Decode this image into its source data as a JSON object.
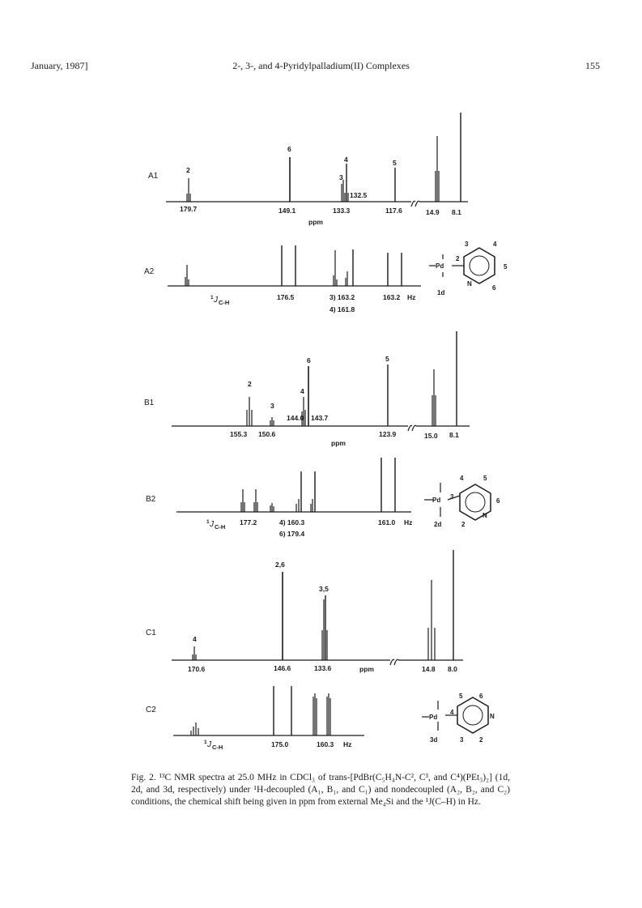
{
  "header": {
    "left": "January, 1987]",
    "center": "2-, 3-, and 4-Pyridylpalladium(II) Complexes",
    "right": "155"
  },
  "figure": {
    "spectra": [
      {
        "label": "A1",
        "axis_labels": [
          "179.7",
          "149.1",
          "133.3",
          "117.6",
          "14.9",
          "8.1"
        ],
        "peak_labels": [
          "2",
          "6",
          "4",
          "3",
          "132.5",
          "5"
        ],
        "unit": "ppm"
      },
      {
        "label": "A2",
        "jlabel_main": "J",
        "jlabel_pre": "1",
        "jlabel_sub": "C-H",
        "axis_labels": [
          "176.5",
          "3) 163.2",
          "4) 161.8",
          "163.2"
        ],
        "unit": "Hz"
      },
      {
        "label": "B1",
        "axis_labels": [
          "155.3",
          "150.6",
          "123.9",
          "15.0",
          "8.1"
        ],
        "peak_labels": [
          "2",
          "3",
          "4",
          "6",
          "144.0",
          "143.7",
          "5"
        ],
        "unit": "ppm"
      },
      {
        "label": "B2",
        "jlabel_main": "J",
        "jlabel_pre": "1",
        "jlabel_sub": "C-H",
        "axis_labels": [
          "177.2",
          "4) 160.3",
          "6) 179.4",
          "161.0"
        ],
        "unit": "Hz"
      },
      {
        "label": "C1",
        "axis_labels": [
          "170.6",
          "146.6",
          "133.6",
          "ppm",
          "14.8",
          "8.0"
        ],
        "peak_labels": [
          "4",
          "2,6",
          "3,5"
        ]
      },
      {
        "label": "C2",
        "jlabel_main": "J",
        "jlabel_pre": "1",
        "jlabel_sub": "C-H",
        "axis_labels": [
          "175.0",
          "160.3"
        ],
        "unit": "Hz"
      }
    ],
    "structures": [
      {
        "compound": "1d",
        "metal": "Pd",
        "numbers": [
          "2",
          "3",
          "4",
          "5",
          "6"
        ],
        "n": "N"
      },
      {
        "compound": "2d",
        "metal": "Pd",
        "numbers": [
          "3",
          "4",
          "5",
          "6",
          "2"
        ],
        "n": "N"
      },
      {
        "compound": "3d",
        "metal": "Pd",
        "numbers": [
          "4",
          "5",
          "6",
          "3",
          "2"
        ],
        "n": "N"
      }
    ]
  },
  "caption": {
    "text": "Fig. 2.   ¹³C NMR spectra at 25.0 MHz in CDCl₃ of trans-[PdBr(C₅H₄N-C², C³, and C⁴)(PEt₃)₂] (1d, 2d, and 3d, respectively) under ¹H-decoupled (A₁, B₁, and C₁) and nondecoupled (A₂, B₂, and C₂) conditions, the chemical shift being given in ppm from external Me₄Si and the ¹J(C–H) in Hz."
  }
}
